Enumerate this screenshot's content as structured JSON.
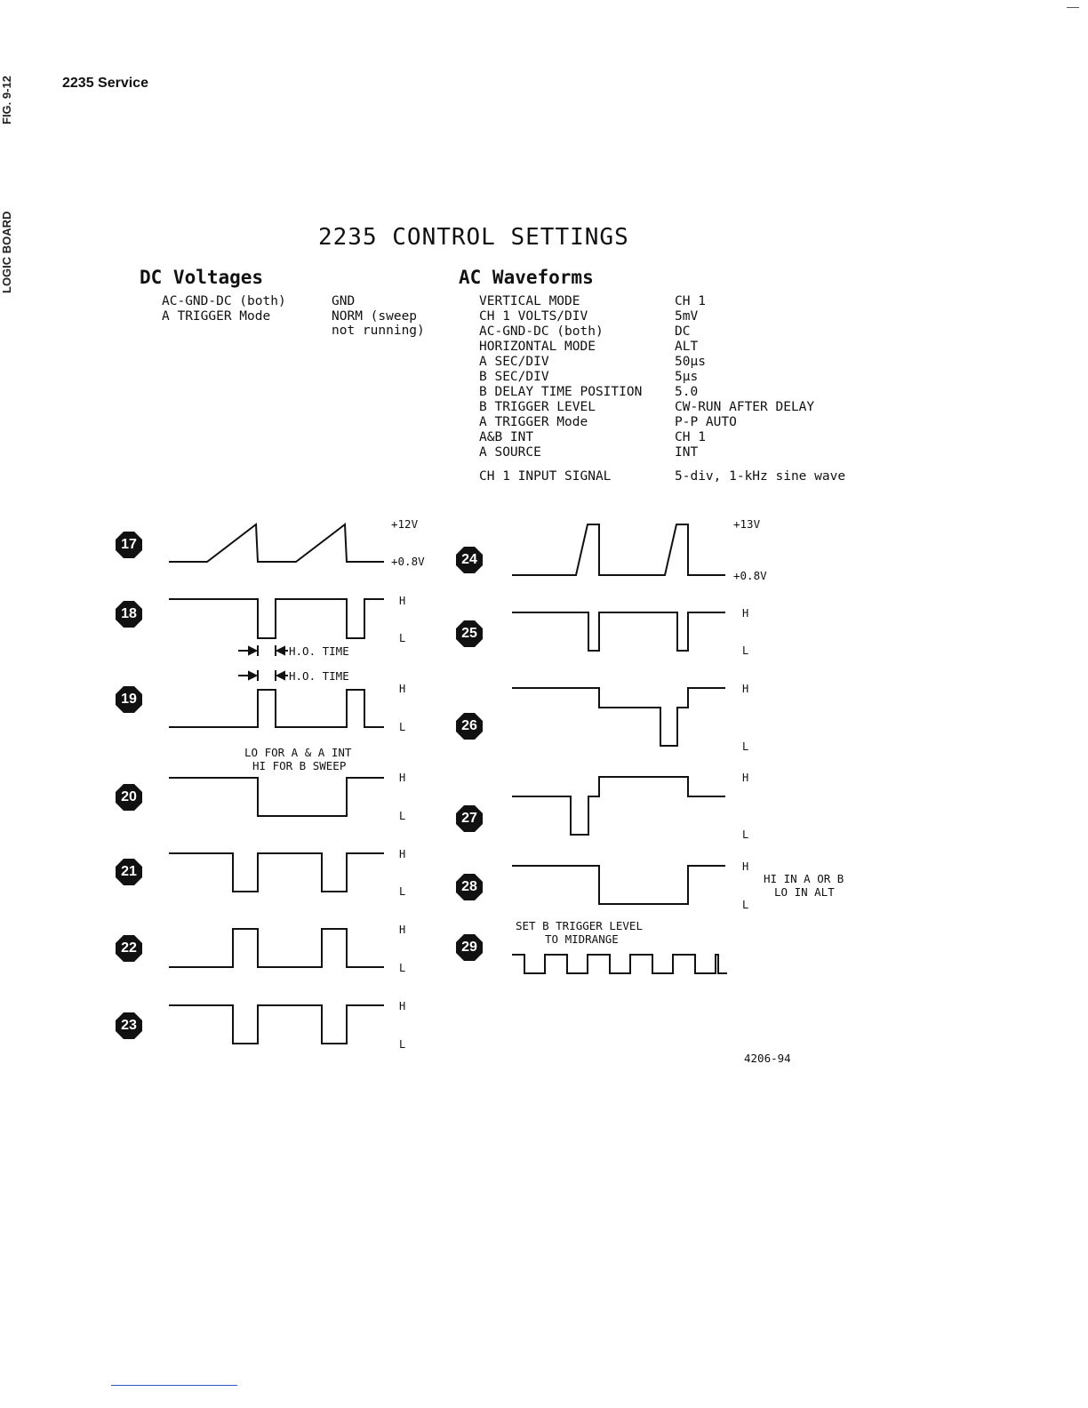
{
  "side_tags": {
    "top": "FIG. 9-12",
    "middle": "LOGIC BOARD"
  },
  "header": "2235 Service",
  "title": "2235 CONTROL SETTINGS",
  "dc": {
    "heading": "DC Voltages",
    "rows": [
      {
        "label": "AC-GND-DC (both)",
        "value": "GND"
      },
      {
        "label": "A TRIGGER Mode",
        "value": "NORM (sweep"
      },
      {
        "label": "",
        "value": "not running)"
      }
    ]
  },
  "ac": {
    "heading": "AC Waveforms",
    "rows": [
      {
        "label": "VERTICAL MODE",
        "value": "CH 1"
      },
      {
        "label": "CH 1 VOLTS/DIV",
        "value": "5mV"
      },
      {
        "label": "AC-GND-DC (both)",
        "value": "DC"
      },
      {
        "label": "HORIZONTAL MODE",
        "value": "ALT"
      },
      {
        "label": "A SEC/DIV",
        "value": "50µs"
      },
      {
        "label": "B SEC/DIV",
        "value": "5µs"
      },
      {
        "label": "B DELAY TIME POSITION",
        "value": "5.0"
      },
      {
        "label": "B TRIGGER LEVEL",
        "value": "CW-RUN AFTER DELAY"
      },
      {
        "label": "A TRIGGER Mode",
        "value": "P-P AUTO"
      },
      {
        "label": "A&B INT",
        "value": "CH 1"
      },
      {
        "label": "A SOURCE",
        "value": "INT"
      }
    ],
    "input_label": "CH 1 INPUT SIGNAL",
    "input_value": "5-div, 1-kHz sine wave"
  },
  "levels": {
    "high": "H",
    "low": "L"
  },
  "waveforms": {
    "w17": {
      "num": "17",
      "top": "+12V",
      "bottom": "+0.8V"
    },
    "w18": {
      "num": "18"
    },
    "w19": {
      "num": "19"
    },
    "w20": {
      "num": "20"
    },
    "w21": {
      "num": "21"
    },
    "w22": {
      "num": "22"
    },
    "w23": {
      "num": "23"
    },
    "w24": {
      "num": "24",
      "top": "+13V",
      "bottom": "+0.8V"
    },
    "w25": {
      "num": "25"
    },
    "w26": {
      "num": "26"
    },
    "w27": {
      "num": "27"
    },
    "w28": {
      "num": "28"
    },
    "w29": {
      "num": "29"
    }
  },
  "annotations": {
    "ho_time": "H.O. TIME",
    "lo_for": "LO FOR A & A INT",
    "hi_for": "HI FOR B SWEEP",
    "hi_in": "HI IN A OR B",
    "lo_in": "LO IN ALT",
    "set_b1": "SET B TRIGGER LEVEL",
    "set_b2": "TO MIDRANGE"
  },
  "figure_id": "4206-94"
}
